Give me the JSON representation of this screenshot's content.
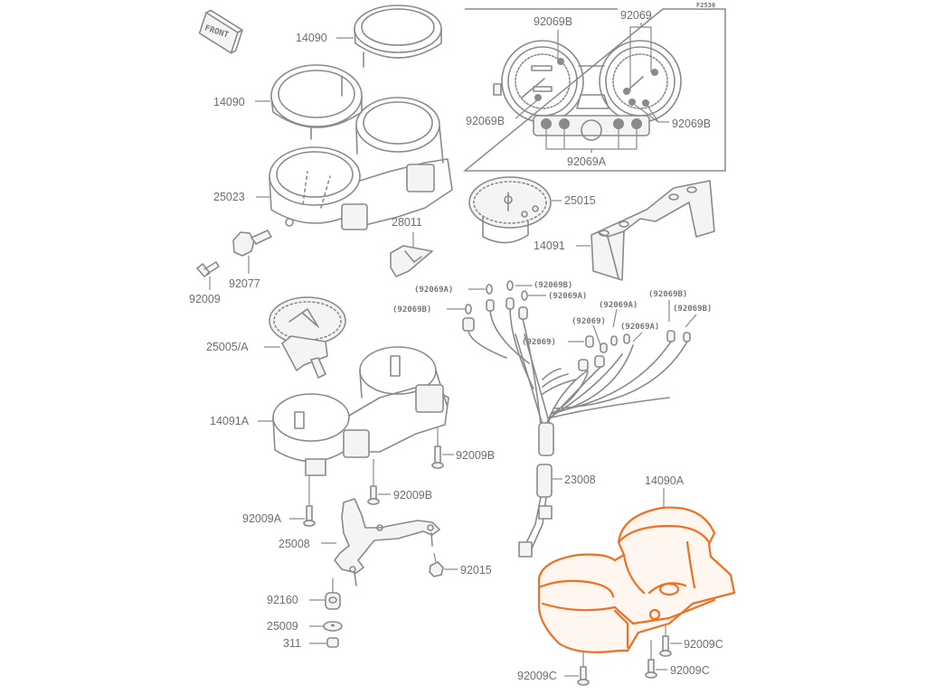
{
  "diagram": {
    "title": "Meter Instruments Parts Diagram",
    "figure_code": "F2530",
    "front_marker": "FRONT",
    "highlight_color": "#f26f21",
    "line_color": "#8a8a8a",
    "highlighted_part": "14090A",
    "labels": {
      "p14090_top": "14090",
      "p14090_left": "14090",
      "p25023": "25023",
      "p28011": "28011",
      "p92077": "92077",
      "p92009": "92009",
      "p25015": "25015",
      "p14091": "14091",
      "p25005": "25005/A",
      "p14091A": "14091A",
      "p92009B_1": "92009B",
      "p92009B_2": "92009B",
      "p92009A": "92009A",
      "p25008": "25008",
      "p92015": "92015",
      "p92160": "92160",
      "p25009": "25009",
      "p311": "311",
      "p23008": "23008",
      "p14090A": "14090A",
      "p92009C_1": "92009C",
      "p92009C_2": "92009C",
      "p92009C_3": "92009C"
    },
    "inset": {
      "labels": {
        "b_top": "92069B",
        "plain_top": "92069",
        "b_left": "92069B",
        "b_right": "92069B",
        "a_bottom": "92069A"
      }
    },
    "bulb_labels": [
      "(92069A)",
      "(92069B)",
      "(92069A)",
      "(92069B)",
      "(92069A)",
      "(92069B)",
      "(92069B)",
      "(92069)",
      "(92069A)",
      "(92069)"
    ]
  }
}
